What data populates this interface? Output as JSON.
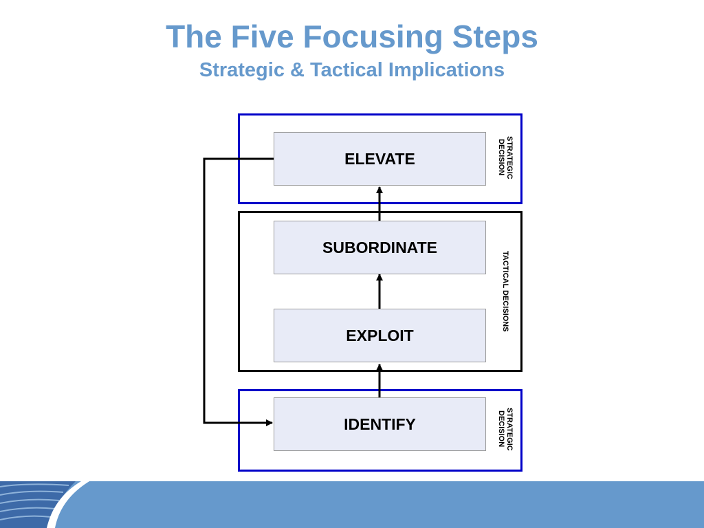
{
  "header": {
    "title": "The Five Focusing Steps",
    "subtitle": "Strategic & Tactical Implications"
  },
  "diagram": {
    "steps": {
      "elevate": "ELEVATE",
      "subordinate": "SUBORDINATE",
      "exploit": "EXPLOIT",
      "identify": "IDENTIFY"
    },
    "labels": {
      "strategic_top": "STRATEGIC DECISION",
      "tactical": "TACTICAL DECISIONS",
      "strategic_bottom": "STRATEGIC DECISION"
    }
  },
  "colors": {
    "title": "#6699cc",
    "strategic_border": "#0000c8",
    "tactical_border": "#000000",
    "footer_band": "#6699cc",
    "footer_texture": "#3d6aa8"
  }
}
